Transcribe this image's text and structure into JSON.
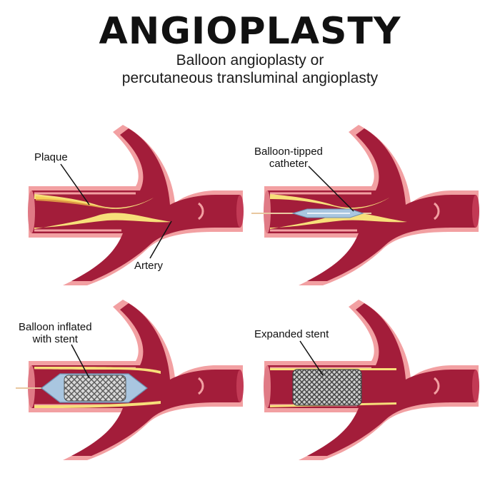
{
  "title": "ANGIOPLASTY",
  "subtitle": {
    "line1": "Balloon angioplasty or",
    "line2": "percutaneous transluminal angioplasty"
  },
  "panels": [
    {
      "labels": [
        "Plaque",
        "Artery"
      ]
    },
    {
      "labels": [
        "Balloon-tipped\ncatheter"
      ]
    },
    {
      "labels": [
        "Balloon inflated\nwith stent"
      ]
    },
    {
      "labels": [
        "Expanded stent"
      ]
    }
  ],
  "labels": {
    "plaque": "Plaque",
    "artery": "Artery",
    "catheter_l1": "Balloon-tipped",
    "catheter_l2": "catheter",
    "balloon_l1": "Balloon inflated",
    "balloon_l2": "with stent",
    "expanded": "Expanded stent"
  },
  "colors": {
    "artery": "#a31d3a",
    "artery_wall": "#f2a0a2",
    "plaque": "#f7df7a",
    "catheter": "#e9c8a0",
    "balloon": "#a9c6e0",
    "stent": "#888888"
  }
}
